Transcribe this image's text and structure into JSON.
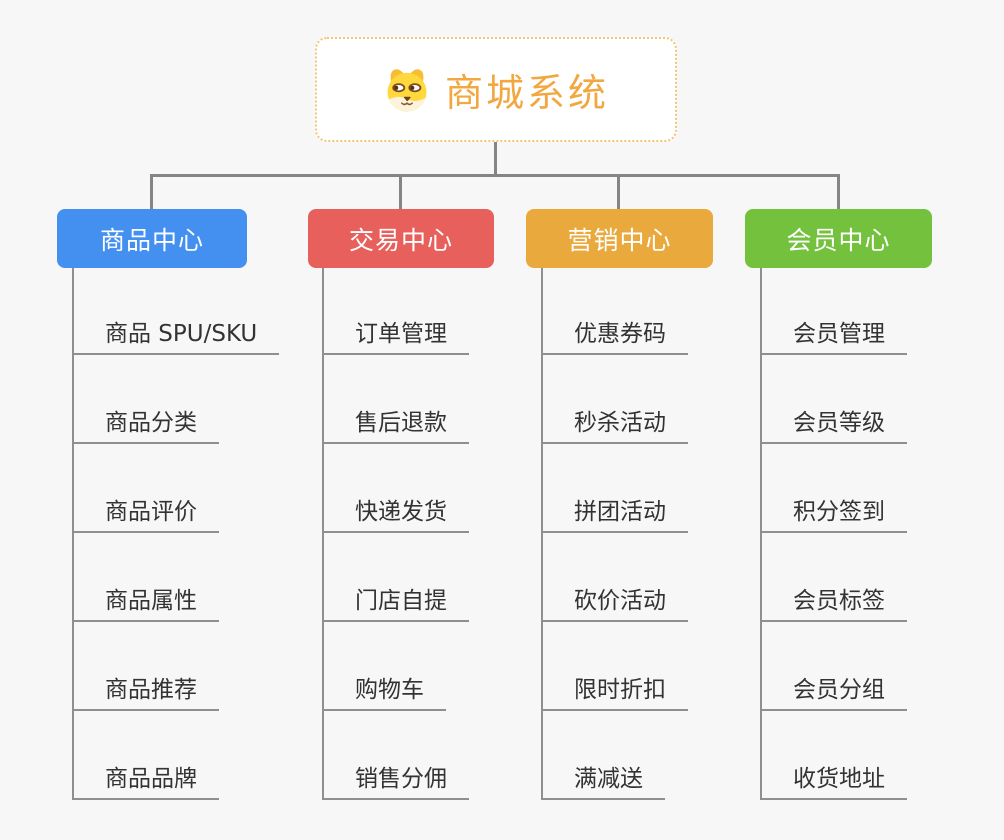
{
  "canvas": {
    "background": "#F7F7F8"
  },
  "root": {
    "title": "商城系统",
    "icon": "dog-face-icon",
    "text_color": "#F2A841",
    "border_color": "#F5C473",
    "fill": "#FFFFFF"
  },
  "connectors": {
    "color": "#858585",
    "leaf_line_color": "#8F8F8F"
  },
  "leaf_style": {
    "text_color": "#333333"
  },
  "branches": [
    {
      "label": "商品中心",
      "color": "#4390F0",
      "children": [
        "商品 SPU/SKU",
        "商品分类",
        "商品评价",
        "商品属性",
        "商品推荐",
        "商品品牌"
      ]
    },
    {
      "label": "交易中心",
      "color": "#E7605C",
      "children": [
        "订单管理",
        "售后退款",
        "快递发货",
        "门店自提",
        "购物车",
        "销售分佣"
      ]
    },
    {
      "label": "营销中心",
      "color": "#E9A93D",
      "children": [
        "优惠券码",
        "秒杀活动",
        "拼团活动",
        "砍价活动",
        "限时折扣",
        "满减送"
      ]
    },
    {
      "label": "会员中心",
      "color": "#73C13D",
      "children": [
        "会员管理",
        "会员等级",
        "积分签到",
        "会员标签",
        "会员分组",
        "收货地址"
      ]
    }
  ]
}
